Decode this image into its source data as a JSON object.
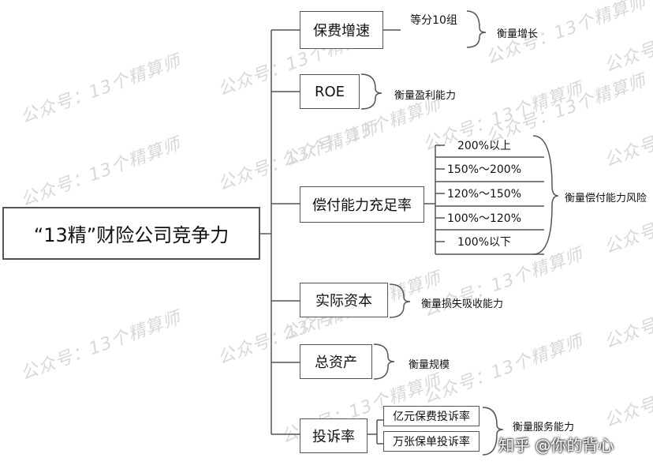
{
  "root": {
    "label": "“13精”财险公司竞争力"
  },
  "nodes": [
    {
      "label": "保费增速"
    },
    {
      "label": "ROE"
    },
    {
      "label": "偿付能力充足率"
    },
    {
      "label": "实际资本"
    },
    {
      "label": "总资产"
    },
    {
      "label": "投诉率"
    }
  ],
  "premium_growth": {
    "sub": "等分10组",
    "note": "衡量增长"
  },
  "roe": {
    "note": "衡量盈利能力"
  },
  "solvency": {
    "subs": [
      "200%以上",
      "150%～200%",
      "120%～150%",
      "100%～120%",
      "100%以下"
    ],
    "note": "衡量偿付能力风险"
  },
  "actual_capital": {
    "note": "衡量损失吸收能力"
  },
  "total_assets": {
    "note": "衡量规模"
  },
  "complaint": {
    "subs": [
      "亿元保费投诉率",
      "万张保单投诉率"
    ],
    "note": "衡量服务能力"
  },
  "watermark": "公众号：13个精算师",
  "credit": "知乎 @你的背心"
}
